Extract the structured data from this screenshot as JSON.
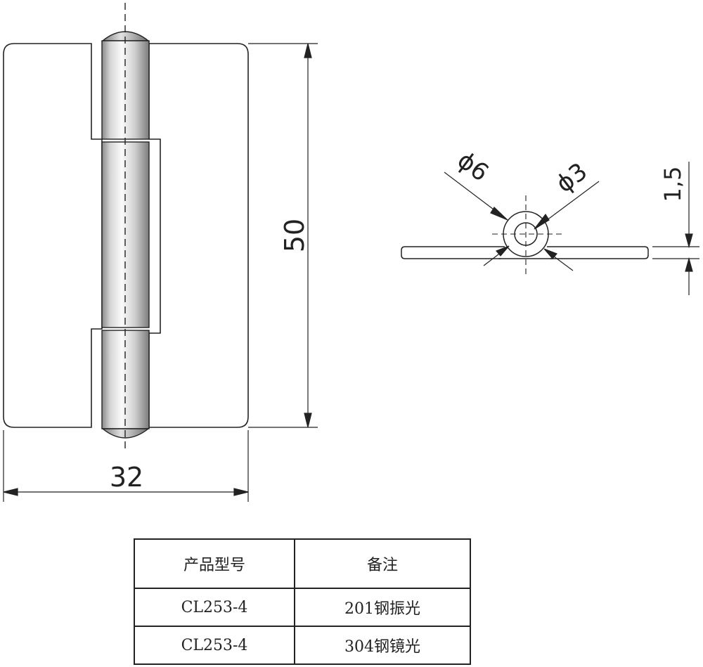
{
  "drawing": {
    "height_dim": "50",
    "width_dim": "32",
    "pin_outer_dia": "ϕ6",
    "pin_inner_dia": "ϕ3",
    "leaf_thickness": "1,5"
  },
  "table": {
    "headers": [
      "产品型号",
      "备注"
    ],
    "rows": [
      [
        "CL253-4",
        "201钢振光"
      ],
      [
        "CL253-4",
        "304钢镜光"
      ]
    ]
  },
  "colors": {
    "line": "#222222",
    "pin_light": "#f4f4f4",
    "pin_dark": "#9a9a9a"
  }
}
